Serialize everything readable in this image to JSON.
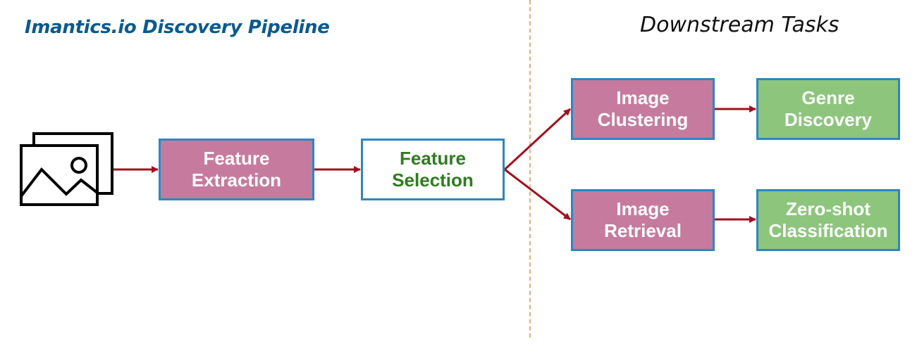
{
  "header": {
    "pipeline_title": "Imantics.io Discovery Pipeline",
    "downstream_title": "Downstream Tasks"
  },
  "nodes": {
    "input_images": {
      "icon": "image-gallery-icon"
    },
    "feature_extraction": {
      "line1": "Feature",
      "line2": "Extraction"
    },
    "feature_selection": {
      "line1": "Feature",
      "line2": "Selection"
    },
    "image_clustering": {
      "line1": "Image",
      "line2": "Clustering"
    },
    "genre_discovery": {
      "line1": "Genre",
      "line2": "Discovery"
    },
    "image_retrieval": {
      "line1": "Image",
      "line2": "Retrieval"
    },
    "zero_shot_classification": {
      "line1": "Zero-shot",
      "line2": "Classification"
    }
  },
  "edges": [
    {
      "from": "input_images",
      "to": "feature_extraction"
    },
    {
      "from": "feature_extraction",
      "to": "feature_selection"
    },
    {
      "from": "feature_selection",
      "to": "image_clustering"
    },
    {
      "from": "feature_selection",
      "to": "image_retrieval"
    },
    {
      "from": "image_clustering",
      "to": "genre_discovery"
    },
    {
      "from": "image_retrieval",
      "to": "zero_shot_classification"
    }
  ],
  "colors": {
    "title_blue": "#0b5a8e",
    "text_dark": "#111111",
    "process_fill": "#c67b9e",
    "process_text": "#ffffff",
    "task_fill": "#8dc57d",
    "task_text": "#ffffff",
    "selection_fill": "#ffffff",
    "selection_text": "#2e7d20",
    "box_border": "#2e86c1",
    "arrow": "#a30f1e",
    "divider": "#e0b07a",
    "icon": "#000000"
  }
}
